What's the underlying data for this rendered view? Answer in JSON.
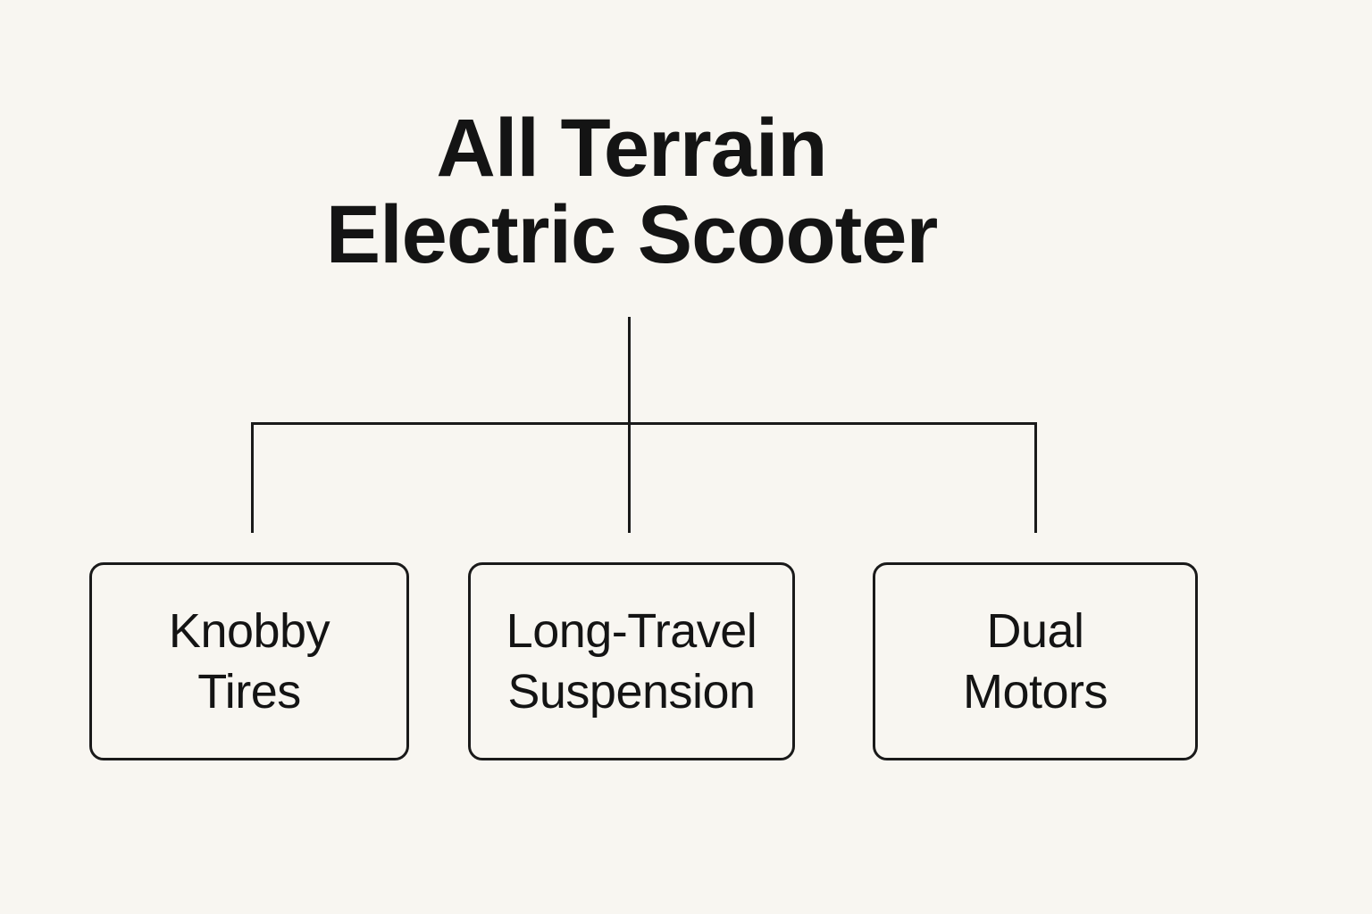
{
  "colors": {
    "background": "#f8f6f1",
    "line": "#1a1a1a",
    "text": "#141414"
  },
  "title": {
    "line1": "All Terrain",
    "line2": "Electric Scooter"
  },
  "boxes": [
    {
      "line1": "Knobby",
      "line2": "Tires"
    },
    {
      "line1": "Long-Travel",
      "line2": "Suspension"
    },
    {
      "line1": "Dual",
      "line2": "Motors"
    }
  ]
}
